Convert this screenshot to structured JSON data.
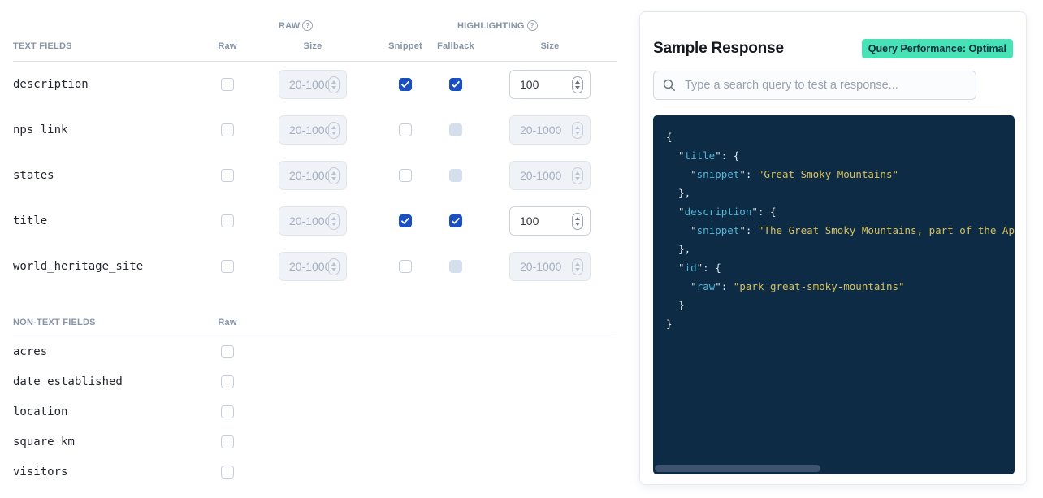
{
  "fields_panel": {
    "raw_group_label": "RAW",
    "highlighting_group_label": "HIGHLIGHTING",
    "text_fields": {
      "section_label": "TEXT FIELDS",
      "columns": {
        "raw": "Raw",
        "raw_size": "Size",
        "snippet": "Snippet",
        "fallback": "Fallback",
        "hl_size": "Size"
      },
      "size_placeholder": "20-1000",
      "rows": [
        {
          "name": "description",
          "raw_checked": false,
          "raw_size_text": "20-1000",
          "raw_size_disabled": true,
          "snippet_checked": true,
          "fallback_checked": true,
          "fallback_disabled": false,
          "hl_size_text": "100",
          "hl_size_disabled": false
        },
        {
          "name": "nps_link",
          "raw_checked": false,
          "raw_size_text": "20-1000",
          "raw_size_disabled": true,
          "snippet_checked": false,
          "fallback_checked": false,
          "fallback_disabled": true,
          "hl_size_text": "20-1000",
          "hl_size_disabled": true
        },
        {
          "name": "states",
          "raw_checked": false,
          "raw_size_text": "20-1000",
          "raw_size_disabled": true,
          "snippet_checked": false,
          "fallback_checked": false,
          "fallback_disabled": true,
          "hl_size_text": "20-1000",
          "hl_size_disabled": true
        },
        {
          "name": "title",
          "raw_checked": false,
          "raw_size_text": "20-1000",
          "raw_size_disabled": true,
          "snippet_checked": true,
          "fallback_checked": true,
          "fallback_disabled": false,
          "hl_size_text": "100",
          "hl_size_disabled": false
        },
        {
          "name": "world_heritage_site",
          "raw_checked": false,
          "raw_size_text": "20-1000",
          "raw_size_disabled": true,
          "snippet_checked": false,
          "fallback_checked": false,
          "fallback_disabled": true,
          "hl_size_text": "20-1000",
          "hl_size_disabled": true
        }
      ]
    },
    "non_text_fields": {
      "section_label": "NON-TEXT FIELDS",
      "columns": {
        "raw": "Raw"
      },
      "rows": [
        {
          "name": "acres",
          "raw_checked": false
        },
        {
          "name": "date_established",
          "raw_checked": false
        },
        {
          "name": "location",
          "raw_checked": false
        },
        {
          "name": "square_km",
          "raw_checked": false
        },
        {
          "name": "visitors",
          "raw_checked": false
        }
      ]
    }
  },
  "sample_panel": {
    "title": "Sample Response",
    "badge": "Query Performance: Optimal",
    "badge_color": "#47e2b6",
    "search_placeholder": "Type a search query to test a response...",
    "code": {
      "background": "#0d2b45",
      "key_color": "#55b5d4",
      "string_color": "#d6c05c",
      "punctuation_color": "#dfe5ec",
      "lines": [
        [
          {
            "t": "p",
            "v": "{"
          }
        ],
        [
          {
            "t": "p",
            "v": "  \""
          },
          {
            "t": "k",
            "v": "title"
          },
          {
            "t": "p",
            "v": "\": {"
          }
        ],
        [
          {
            "t": "p",
            "v": "    \""
          },
          {
            "t": "k",
            "v": "snippet"
          },
          {
            "t": "p",
            "v": "\": "
          },
          {
            "t": "s",
            "v": "\"Great Smoky Mountains\""
          }
        ],
        [
          {
            "t": "p",
            "v": "  },"
          }
        ],
        [
          {
            "t": "p",
            "v": "  \""
          },
          {
            "t": "k",
            "v": "description"
          },
          {
            "t": "p",
            "v": "\": {"
          }
        ],
        [
          {
            "t": "p",
            "v": "    \""
          },
          {
            "t": "k",
            "v": "snippet"
          },
          {
            "t": "p",
            "v": "\": "
          },
          {
            "t": "s",
            "v": "\"The Great Smoky Mountains, part of the Appa"
          }
        ],
        [
          {
            "t": "p",
            "v": "  },"
          }
        ],
        [
          {
            "t": "p",
            "v": "  \""
          },
          {
            "t": "k",
            "v": "id"
          },
          {
            "t": "p",
            "v": "\": {"
          }
        ],
        [
          {
            "t": "p",
            "v": "    \""
          },
          {
            "t": "k",
            "v": "raw"
          },
          {
            "t": "p",
            "v": "\": "
          },
          {
            "t": "s",
            "v": "\"park_great-smoky-mountains\""
          }
        ],
        [
          {
            "t": "p",
            "v": "  }"
          }
        ],
        [
          {
            "t": "p",
            "v": "}"
          }
        ]
      ]
    }
  },
  "colors": {
    "checkbox_checked": "#1a4ec1",
    "checkbox_disabled_fill": "#d5deeb",
    "header_text": "#8794a6",
    "field_text": "#23262e"
  }
}
